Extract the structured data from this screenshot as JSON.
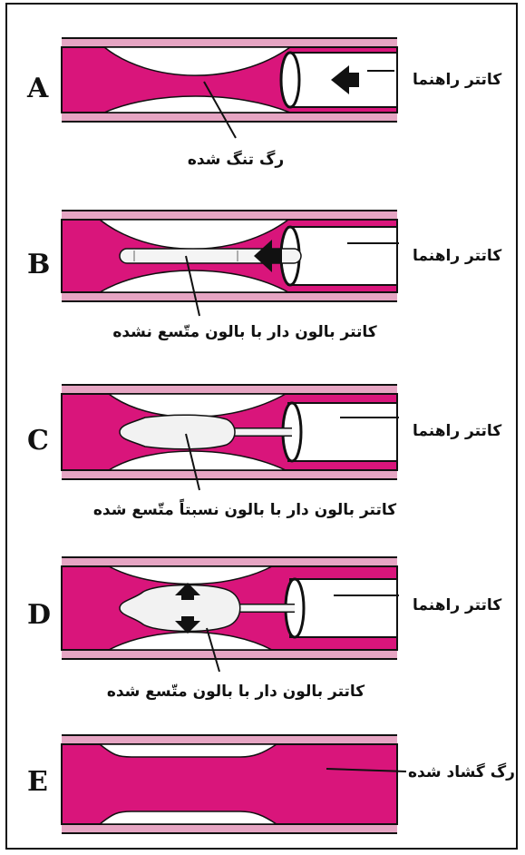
{
  "colors": {
    "wall": "#e6a5c3",
    "blood": "#d9157b",
    "lumen": "#ffffff",
    "outline": "#111111"
  },
  "panels": [
    {
      "letter": "A",
      "right_label": "کاتتر راهنما",
      "caption": "رگ تنگ شده"
    },
    {
      "letter": "B",
      "right_label": "کاتتر راهنما",
      "caption": "کاتتر بالون دار با بالون متّسع نشده"
    },
    {
      "letter": "C",
      "right_label": "کاتتر راهنما",
      "caption": "کاتتر بالون دار با بالون نسبتاً متّسع شده"
    },
    {
      "letter": "D",
      "right_label": "کاتتر راهنما",
      "caption": "کاتتر بالون دار با بالون متّسع شده"
    },
    {
      "letter": "E",
      "right_label": "رگ گشاد شده",
      "caption": ""
    }
  ]
}
